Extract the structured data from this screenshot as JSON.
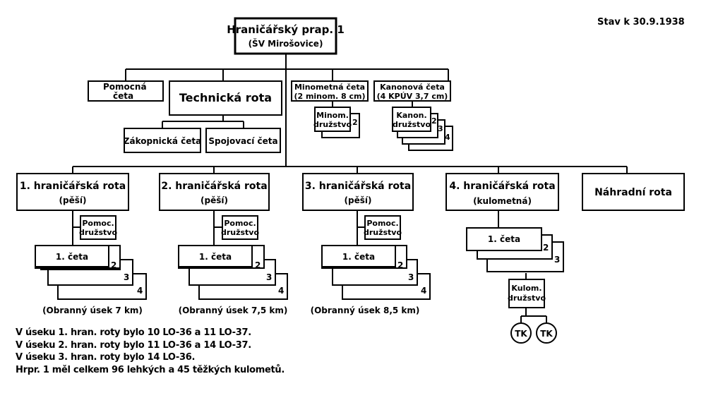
{
  "date_label": "Stav k 30.9.1938",
  "battalion": {
    "title": "Hraničářský prap. 1",
    "subtitle": "(ŠV Mirošovice)"
  },
  "support": {
    "pomocna_line1": "Pomocná",
    "pomocna_line2": "četa",
    "technicka": "Technická rota",
    "zakopnicka": "Zákopnická četa",
    "spojovaci": "Spojovací četa",
    "minometna_line1": "Minometná četa",
    "minometna_line2": "(2 minom. 8 cm)",
    "minom_druzstvo_line1": "Minom.",
    "minom_druzstvo_line2": "družstvo",
    "minom_n2": "2",
    "kanonova_line1": "Kanonová četa",
    "kanonova_line2": "(4 KPÚV 3,7 cm)",
    "kanon_druzstvo_line1": "Kanon.",
    "kanon_druzstvo_line2": "družstvo",
    "kanon_n2": "2",
    "kanon_n3": "3",
    "kanon_n4": "4"
  },
  "companies": [
    {
      "title": "1. hraničářská rota",
      "type": "(pěší)",
      "pomoc_line1": "Pomoc.",
      "pomoc_line2": "družstvo",
      "ceta": "1. četa",
      "n2": "2",
      "n3": "3",
      "n4": "4",
      "sector": "(Obranný úsek 7 km)"
    },
    {
      "title": "2. hraničářská rota",
      "type": "(pěší)",
      "pomoc_line1": "Pomoc.",
      "pomoc_line2": "družstvo",
      "ceta": "1. četa",
      "n2": "2",
      "n3": "3",
      "n4": "4",
      "sector": "(Obranný úsek 7,5 km)"
    },
    {
      "title": "3. hraničářská rota",
      "type": "(pěší)",
      "pomoc_line1": "Pomoc.",
      "pomoc_line2": "družstvo",
      "ceta": "1. četa",
      "n2": "2",
      "n3": "3",
      "n4": "4",
      "sector": "(Obranný úsek 8,5 km)"
    },
    {
      "title": "4. hraničářská rota",
      "type": "(kulometná)",
      "ceta": "1. četa",
      "n2": "2",
      "n3": "3",
      "kulom_line1": "Kulom.",
      "kulom_line2": "družstvo",
      "tk1": "TK",
      "tk2": "TK"
    },
    {
      "title": "Náhradní rota"
    }
  ],
  "notes": [
    "V úseku 1. hran. roty bylo 10 LO-36 a 11 LO-37.",
    "V úseku 2. hran. roty bylo 11 LO-36 a 14 LO-37.",
    "V úseku 3. hran. roty bylo 14 LO-36.",
    "Hrpr. 1 měl celkem 96 lehkých a 45 těžkých kulometů."
  ]
}
